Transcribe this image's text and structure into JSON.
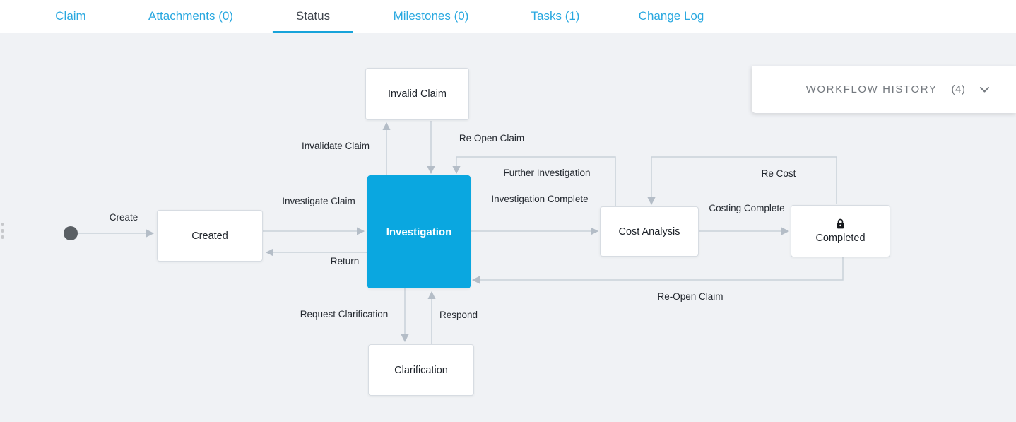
{
  "tab_bar": {
    "tabs": [
      {
        "label": "Claim",
        "active": false
      },
      {
        "label": "Attachments (0)",
        "active": false
      },
      {
        "label": "Status",
        "active": true
      },
      {
        "label": "Milestones (0)",
        "active": false
      },
      {
        "label": "Tasks (1)",
        "active": false
      },
      {
        "label": "Change Log",
        "active": false
      }
    ]
  },
  "workflow_history": {
    "title": "WORKFLOW HISTORY",
    "count": "(4)",
    "chevron_icon": "chevron-down"
  },
  "diagram": {
    "start_node_icon": "start-circle",
    "drag_handle_icon": "vertical-dots",
    "nodes": [
      {
        "id": "invalid-claim",
        "label": "Invalid Claim"
      },
      {
        "id": "created",
        "label": "Created"
      },
      {
        "id": "investigation",
        "label": "Investigation",
        "state": "current"
      },
      {
        "id": "cost-analysis",
        "label": "Cost Analysis"
      },
      {
        "id": "completed",
        "label": "Completed",
        "lock_icon": "lock"
      },
      {
        "id": "clarification",
        "label": "Clarification"
      }
    ],
    "edges": [
      {
        "id": "create",
        "label": "Create",
        "from": "start",
        "to": "created"
      },
      {
        "id": "investigate-claim",
        "label": "Investigate Claim",
        "from": "created",
        "to": "investigation"
      },
      {
        "id": "return",
        "label": "Return",
        "from": "investigation",
        "to": "created"
      },
      {
        "id": "invalidate-claim",
        "label": "Invalidate Claim",
        "from": "investigation",
        "to": "invalid-claim"
      },
      {
        "id": "re-open-claim",
        "label": "Re Open Claim",
        "from": "invalid-claim",
        "to": "investigation"
      },
      {
        "id": "further-investigation",
        "label": "Further Investigation",
        "from": "cost-analysis",
        "to": "investigation"
      },
      {
        "id": "investigation-complete",
        "label": "Investigation Complete",
        "from": "investigation",
        "to": "cost-analysis"
      },
      {
        "id": "re-cost",
        "label": "Re Cost",
        "from": "completed",
        "to": "cost-analysis"
      },
      {
        "id": "costing-complete",
        "label": "Costing Complete",
        "from": "cost-analysis",
        "to": "completed"
      },
      {
        "id": "re-open-claim-completed",
        "label": "Re-Open Claim",
        "from": "completed",
        "to": "investigation"
      },
      {
        "id": "request-clarification",
        "label": "Request Clarification",
        "from": "investigation",
        "to": "clarification"
      },
      {
        "id": "respond",
        "label": "Respond",
        "from": "clarification",
        "to": "investigation"
      }
    ]
  },
  "colors": {
    "accent": "#0aa7e0",
    "tab_text": "#29a8e0",
    "active_tab_text": "#3d434c",
    "canvas_bg": "#f0f2f5",
    "connector": "#c9d1d9",
    "arrowhead": "#b4bdc7",
    "node_border": "#d7dce2",
    "node_text": "#1e232a",
    "muted_text": "#74797f",
    "start_node": "#5a5f64"
  }
}
